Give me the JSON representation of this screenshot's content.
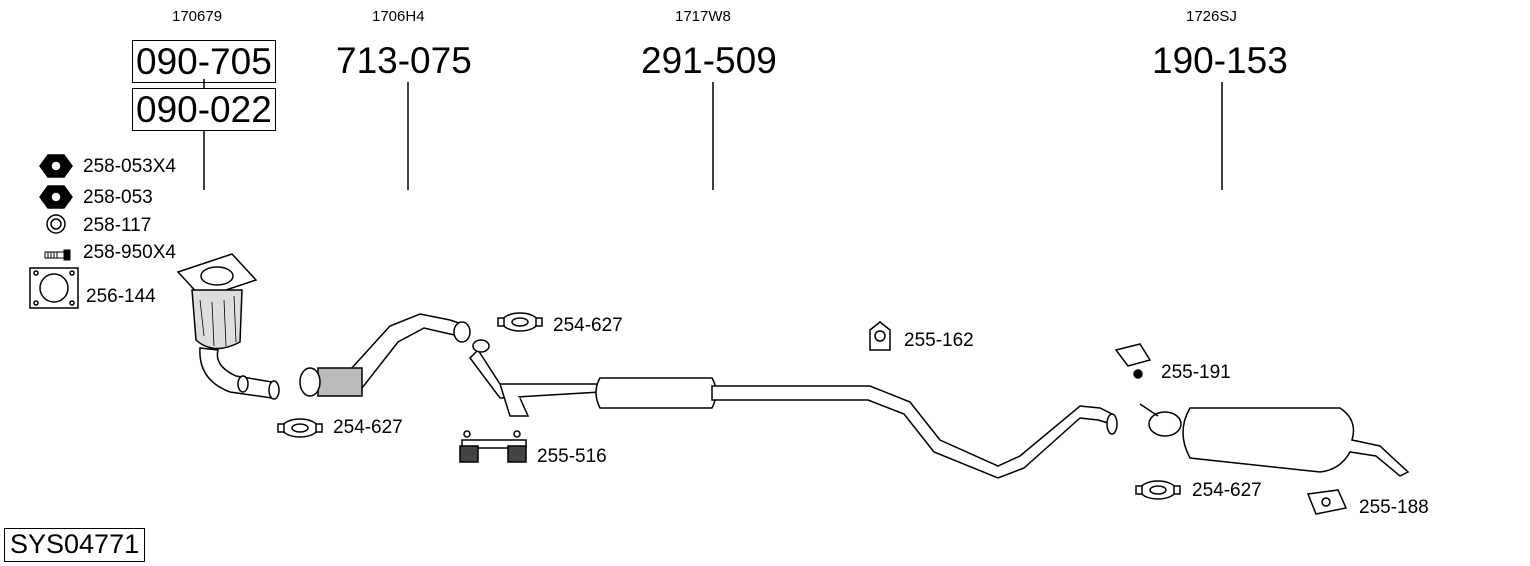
{
  "assemblies": [
    {
      "code": "170679",
      "parts": [
        "090-705",
        "090-022"
      ]
    },
    {
      "code": "1706H4",
      "parts": [
        "713-075"
      ]
    },
    {
      "code": "1717W8",
      "parts": [
        "291-509"
      ]
    },
    {
      "code": "1726SJ",
      "parts": [
        "190-153"
      ]
    }
  ],
  "accessories": {
    "nut_set": "258-053X4",
    "nut": "258-053",
    "ring": "258-117",
    "bolt_set": "258-950X4",
    "gasket": "256-144",
    "clamp_front_left": "254-627",
    "clamp_front_right": "254-627",
    "clamp_rear": "254-627",
    "mount_front": "255-516",
    "hanger_mid": "255-162",
    "hanger_rear_top": "255-191",
    "hanger_rear_bottom": "255-188"
  },
  "system_code": "SYS04771",
  "colors": {
    "line": "#000000",
    "pipe_fill": "#ffffff",
    "background": "#ffffff"
  }
}
